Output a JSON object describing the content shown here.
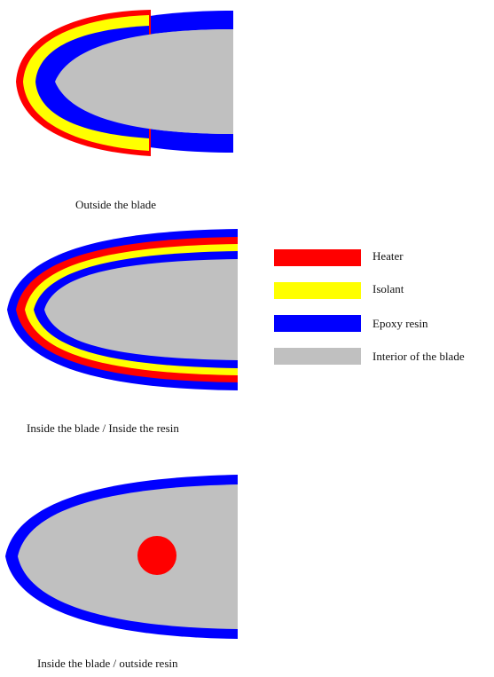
{
  "colors": {
    "heater": "#ff0000",
    "isolant": "#ffff00",
    "epoxy": "#0000ff",
    "interior": "#c0c0c0"
  },
  "panels": [
    {
      "caption": "Outside the blade"
    },
    {
      "caption": "Inside the blade / Inside the resin"
    },
    {
      "caption": "Inside the blade / outside resin"
    }
  ],
  "legend": [
    {
      "label": "Heater",
      "color": "#ff0000"
    },
    {
      "label": "Isolant",
      "color": "#ffff00"
    },
    {
      "label": "Epoxy resin",
      "color": "#0000ff"
    },
    {
      "label": "Interior of the blade",
      "color": "#c0c0c0"
    }
  ]
}
